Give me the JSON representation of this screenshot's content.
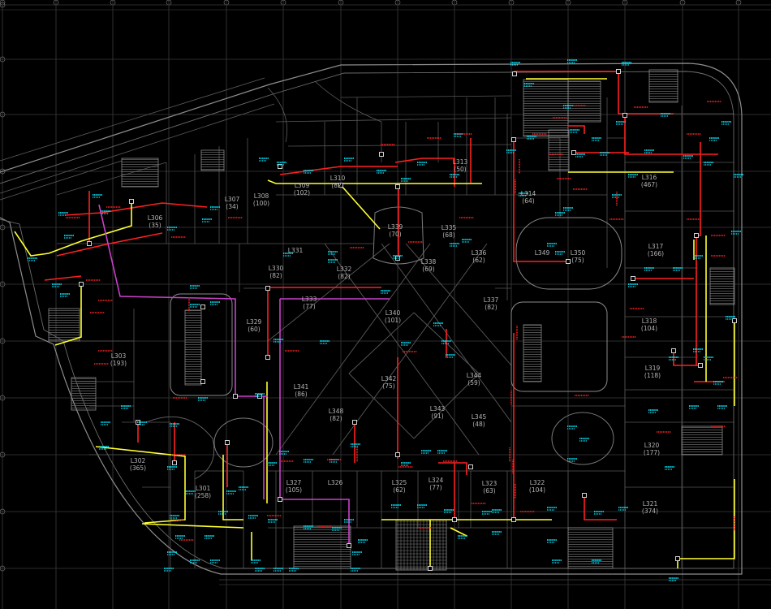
{
  "drawing": {
    "background": "#000000",
    "grid_color": "#3b3b3b",
    "wall_color": "#8e8e8e",
    "partition_color": "#565656",
    "hatch_color": "#6e6e6e",
    "room_label_color": "#b4b4b4",
    "panel_color": "#e8e8e8",
    "cable_colors": {
      "red": "#ff2020",
      "yellow": "#ffff30",
      "magenta": "#cc40cc",
      "cyan": "#00e8ff"
    }
  },
  "rooms": [
    {
      "id": "L301",
      "area": "(258)"
    },
    {
      "id": "L302",
      "area": "(365)"
    },
    {
      "id": "L303",
      "area": "(193)"
    },
    {
      "id": "L306",
      "area": "(35)"
    },
    {
      "id": "L307",
      "area": "(34)"
    },
    {
      "id": "L308",
      "area": "(100)"
    },
    {
      "id": "L309",
      "area": "(102)"
    },
    {
      "id": "L310",
      "area": "(82)"
    },
    {
      "id": "L313",
      "area": "(50)"
    },
    {
      "id": "L314",
      "area": "(64)"
    },
    {
      "id": "L316",
      "area": "(467)"
    },
    {
      "id": "L317",
      "area": "(166)"
    },
    {
      "id": "L318",
      "area": "(104)"
    },
    {
      "id": "L319",
      "area": "(118)"
    },
    {
      "id": "L320",
      "area": "(177)"
    },
    {
      "id": "L321",
      "area": "(374)"
    },
    {
      "id": "L322",
      "area": "(104)"
    },
    {
      "id": "L323",
      "area": "(63)"
    },
    {
      "id": "L324",
      "area": "(77)"
    },
    {
      "id": "L325",
      "area": "(62)"
    },
    {
      "id": "L326"
    },
    {
      "id": "L327",
      "area": "(105)"
    },
    {
      "id": "L329",
      "area": "(60)"
    },
    {
      "id": "L330",
      "area": "(82)"
    },
    {
      "id": "L331"
    },
    {
      "id": "L332",
      "area": "(82)"
    },
    {
      "id": "L333",
      "area": "(77)"
    },
    {
      "id": "L335",
      "area": "(68)"
    },
    {
      "id": "L336",
      "area": "(62)"
    },
    {
      "id": "L337",
      "area": "(82)"
    },
    {
      "id": "L338",
      "area": "(69)"
    },
    {
      "id": "L339",
      "area": "(70)"
    },
    {
      "id": "L340",
      "area": "(101)"
    },
    {
      "id": "L341",
      "area": "(86)"
    },
    {
      "id": "L342",
      "area": "(75)"
    },
    {
      "id": "L343",
      "area": "(91)"
    },
    {
      "id": "L344",
      "area": "(59)"
    },
    {
      "id": "L345",
      "area": "(48)"
    },
    {
      "id": "L348",
      "area": "(82)"
    },
    {
      "id": "L349"
    },
    {
      "id": "L350",
      "area": "(75)"
    }
  ]
}
